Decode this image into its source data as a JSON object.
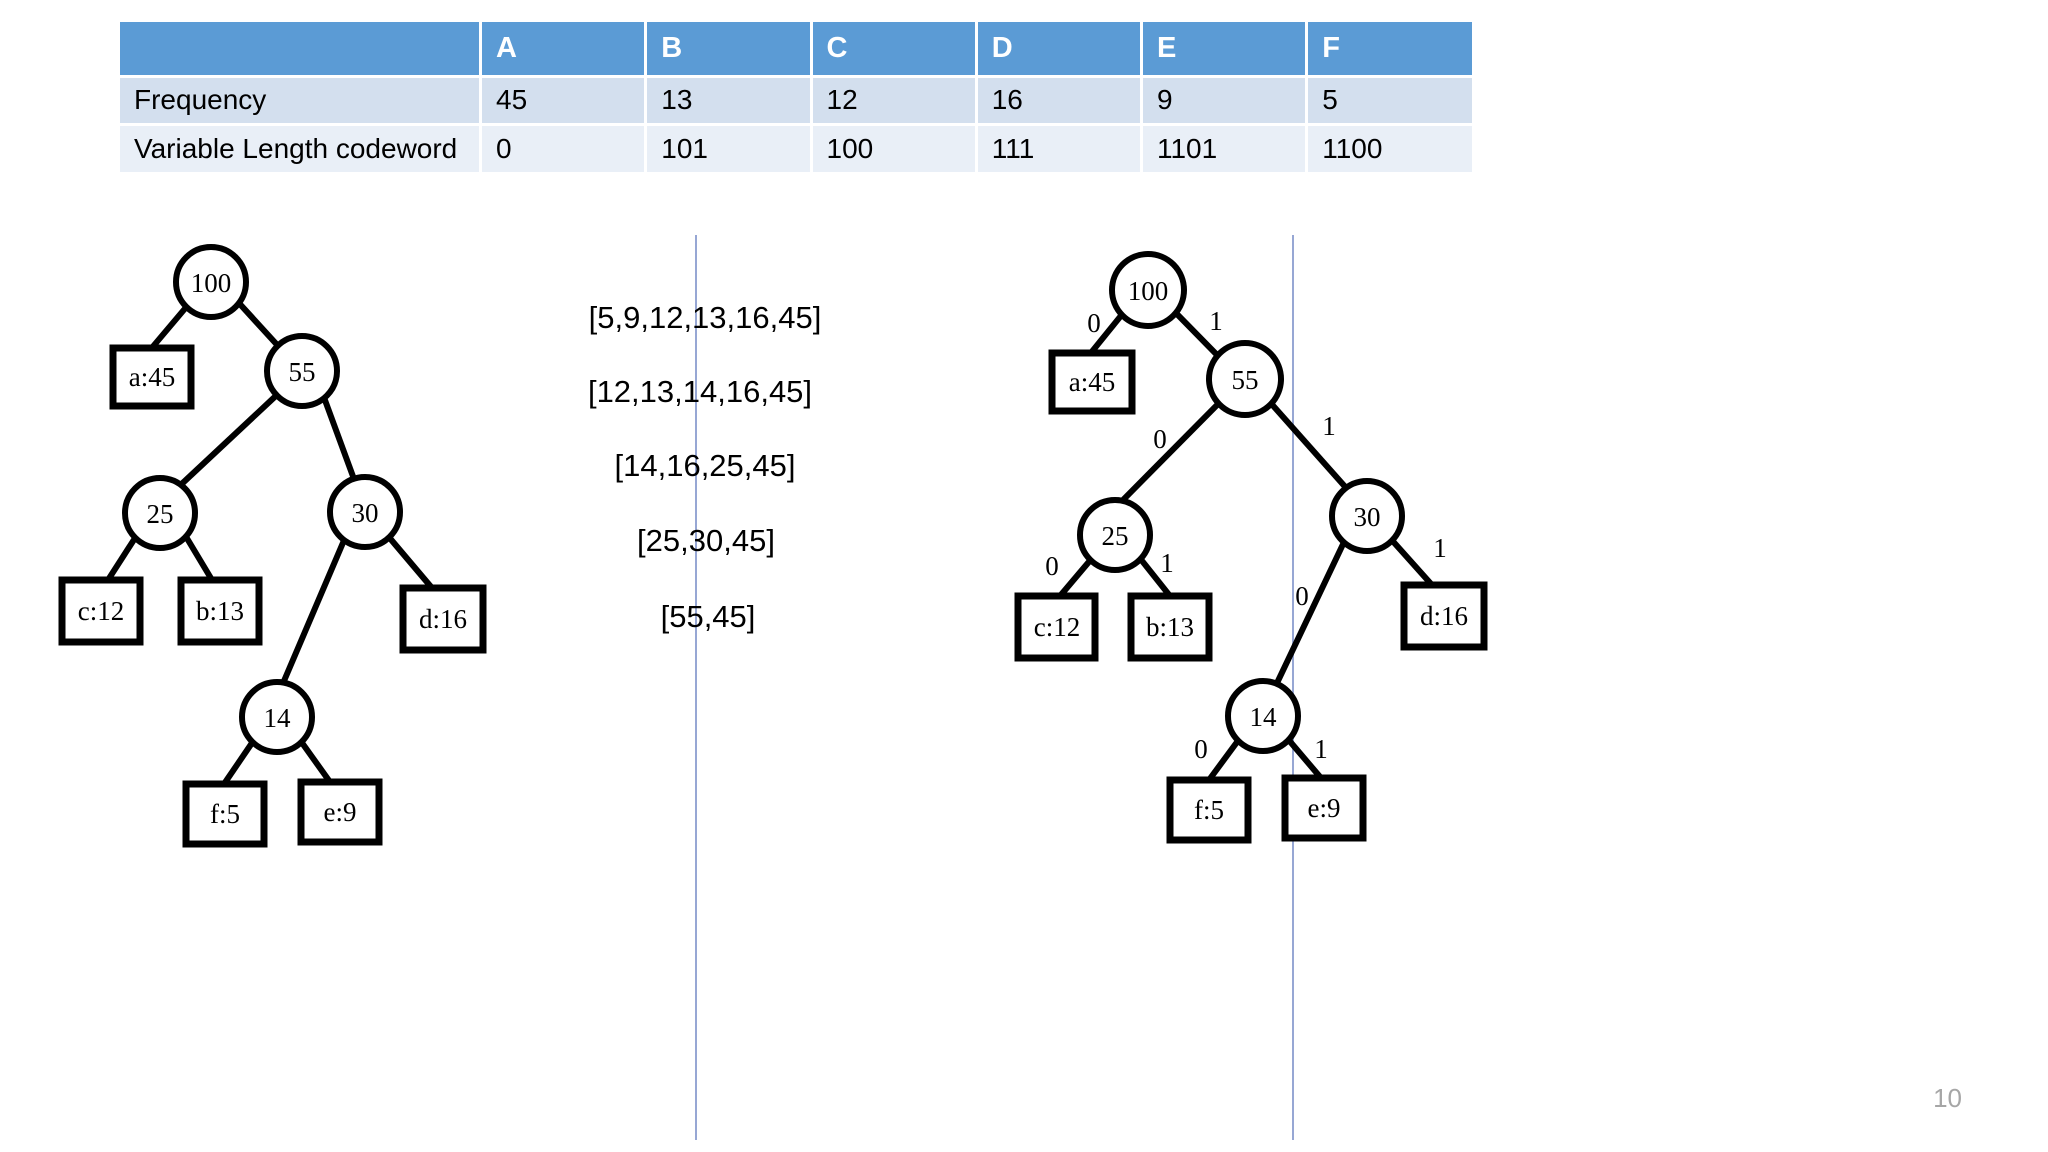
{
  "table": {
    "corner_label": "",
    "columns": [
      "A",
      "B",
      "C",
      "D",
      "E",
      "F"
    ],
    "rows": [
      {
        "label": "Frequency",
        "values": [
          "45",
          "13",
          "12",
          "16",
          "9",
          "5"
        ]
      },
      {
        "label": "Variable Length codeword",
        "values": [
          "0",
          "101",
          "100",
          "111",
          "1101",
          "1100"
        ]
      }
    ],
    "header_color": "#5b9bd5",
    "row1_color": "#d3dfee",
    "row2_color": "#e9eff7"
  },
  "left_tree": {
    "title": "",
    "nodes": {
      "root": "100",
      "n55": "55",
      "n25": "25",
      "n30": "30",
      "n14": "14"
    },
    "leaves": {
      "a": "a:45",
      "c": "c:12",
      "b": "b:13",
      "d": "d:16",
      "f": "f:5",
      "e": "e:9"
    }
  },
  "middle_sequences": [
    "[5,9,12,13,16,45]",
    "[12,13,14,16,45]",
    "[14,16,25,45]",
    "[25,30,45]",
    "[55,45]"
  ],
  "right_tree": {
    "nodes": {
      "root": "100",
      "n55": "55",
      "n25": "25",
      "n30": "30",
      "n14": "14"
    },
    "leaves": {
      "a": "a:45",
      "c": "c:12",
      "b": "b:13",
      "d": "d:16",
      "f": "f:5",
      "e": "e:9"
    },
    "bits": {
      "root_left": "0",
      "root_right": "1",
      "n55_left": "0",
      "n55_right": "1",
      "n25_left": "0",
      "n25_right": "1",
      "n30_left": "0",
      "n30_right": "1",
      "n14_left": "0",
      "n14_right": "1"
    }
  },
  "footer": {
    "page_number": "10"
  }
}
